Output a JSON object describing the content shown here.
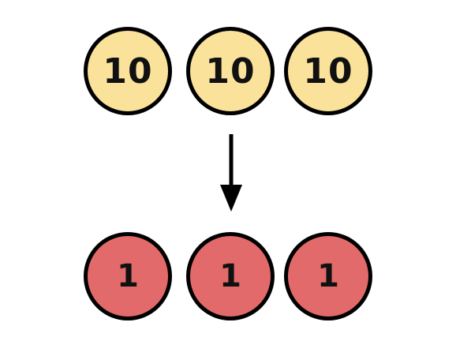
{
  "top_row": {
    "coins": [
      {
        "label": "10"
      },
      {
        "label": "10"
      },
      {
        "label": "10"
      }
    ],
    "fill": "#FBE29A"
  },
  "bottom_row": {
    "coins": [
      {
        "label": "1"
      },
      {
        "label": "1"
      },
      {
        "label": "1"
      }
    ],
    "fill": "#E36A6A"
  },
  "arrow": {
    "direction": "down",
    "icon": "arrow-down-icon",
    "color": "#000000"
  }
}
